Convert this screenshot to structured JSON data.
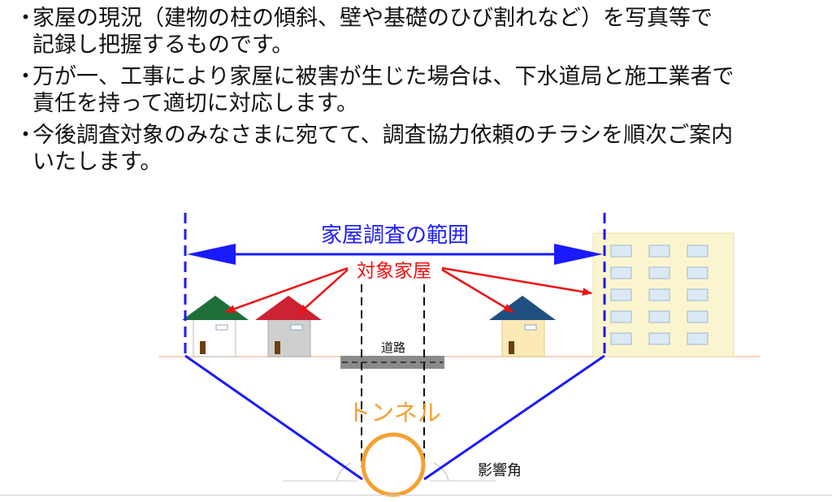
{
  "bullets": [
    {
      "marker": "・",
      "line1": "家屋の現況（建物の柱の傾斜、壁や基礎のひび割れなど）を写真等で",
      "line2": "記録し把握するものです。"
    },
    {
      "marker": "・",
      "line1": "万が一、工事により家屋に被害が生じた場合は、下水道局と施工業者で",
      "line2": "責任を持って適切に対応します。"
    },
    {
      "marker": "・",
      "line1": "今後調査対象のみなさまに宛てて、調査協力依頼のチラシを順次ご案内",
      "line2": "いたします。"
    }
  ],
  "diagram": {
    "survey_range_label": "家屋調査の範囲",
    "target_houses_label": "対象家屋",
    "road_label": "道路",
    "tunnel_label": "トンネル",
    "influence_angle_label": "影響角",
    "colors": {
      "blue": "#1a1aff",
      "red": "#ee1111",
      "orange": "#f5a030",
      "green_roof": "#1f6f3a",
      "red_roof": "#cc2233",
      "navy_roof": "#1f4f7f",
      "building": "#fbf5cf"
    }
  }
}
